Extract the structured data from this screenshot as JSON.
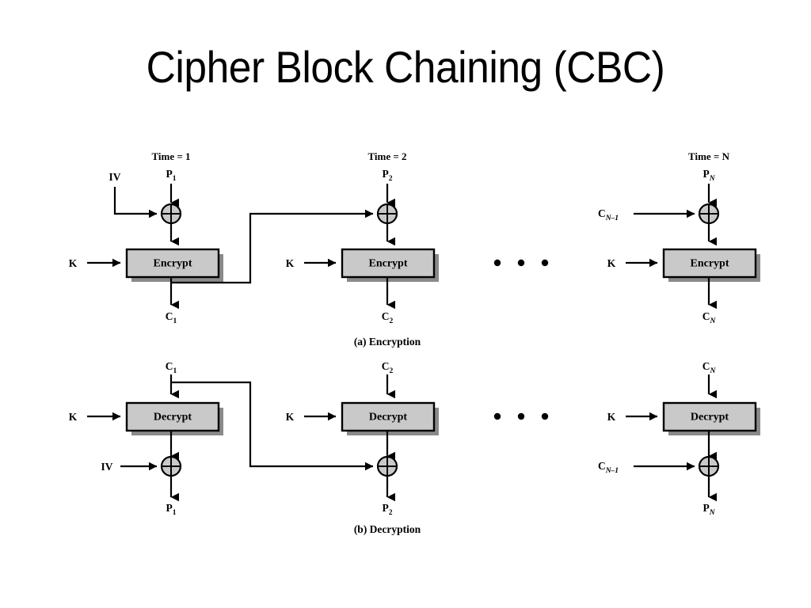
{
  "slide": {
    "title": "Cipher Block Chaining (CBC)",
    "background_color": "#ffffff",
    "text_color": "#000000"
  },
  "diagram": {
    "block_fill_color": "#c9c9c9",
    "block_shadow_color": "#8a8a8a",
    "line_color": "#000000",
    "ellipsis_dots": 3,
    "sections": [
      {
        "id": "encryption",
        "caption": "(a) Encryption",
        "stages": [
          {
            "id": "enc-stage-1",
            "time_label": "Time = 1",
            "top_input": "P",
            "top_input_sub": "1",
            "side_input": "IV",
            "side_input_sub": "",
            "key_label": "K",
            "operation": "Encrypt",
            "output": "C",
            "output_sub": "1",
            "xor_symbol": "xor"
          },
          {
            "id": "enc-stage-2",
            "time_label": "Time = 2",
            "top_input": "P",
            "top_input_sub": "2",
            "side_input": "",
            "side_input_sub": "",
            "key_label": "K",
            "operation": "Encrypt",
            "output": "C",
            "output_sub": "2",
            "xor_symbol": "xor"
          },
          {
            "id": "enc-stage-n",
            "time_label": "Time = N",
            "top_input": "P",
            "top_input_sub": "N",
            "side_input": "C",
            "side_input_sub": "N–1",
            "key_label": "K",
            "operation": "Encrypt",
            "output": "C",
            "output_sub": "N",
            "xor_symbol": "xor"
          }
        ]
      },
      {
        "id": "decryption",
        "caption": "(b) Decryption",
        "stages": [
          {
            "id": "dec-stage-1",
            "time_label": "",
            "top_input": "C",
            "top_input_sub": "1",
            "side_input": "IV",
            "side_input_sub": "",
            "key_label": "K",
            "operation": "Decrypt",
            "output": "P",
            "output_sub": "1",
            "xor_symbol": "xor"
          },
          {
            "id": "dec-stage-2",
            "time_label": "",
            "top_input": "C",
            "top_input_sub": "2",
            "side_input": "",
            "side_input_sub": "",
            "key_label": "K",
            "operation": "Decrypt",
            "output": "P",
            "output_sub": "2",
            "xor_symbol": "xor"
          },
          {
            "id": "dec-stage-n",
            "time_label": "",
            "top_input": "C",
            "top_input_sub": "N",
            "side_input": "C",
            "side_input_sub": "N–1",
            "key_label": "K",
            "operation": "Decrypt",
            "output": "P",
            "output_sub": "N",
            "xor_symbol": "xor"
          }
        ]
      }
    ]
  }
}
